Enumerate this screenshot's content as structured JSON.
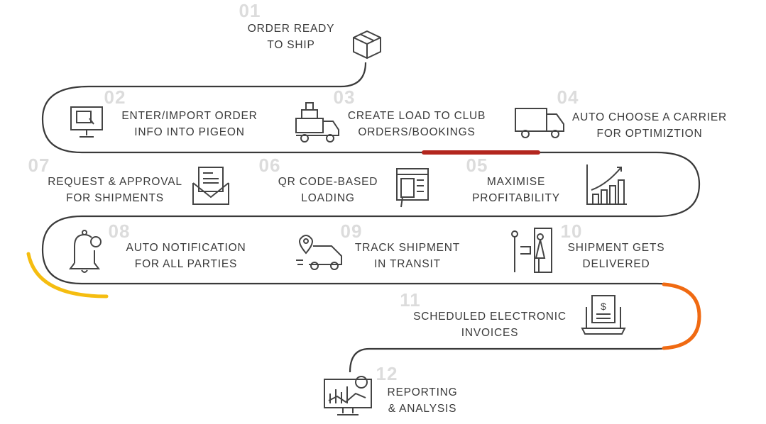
{
  "steps": [
    {
      "num": "01",
      "line1": "Order ready",
      "line2": "to ship",
      "icon": "box-icon"
    },
    {
      "num": "02",
      "line1": "Enter/import order",
      "line2": "info into Pigeon",
      "icon": "monitor-icon"
    },
    {
      "num": "03",
      "line1": "Create load to club",
      "line2": "orders/bookings",
      "icon": "loaded-truck-icon"
    },
    {
      "num": "04",
      "line1": "Auto choose a carrier",
      "line2": "for optimiztion",
      "icon": "truck-icon"
    },
    {
      "num": "05",
      "line1": "Maximise",
      "line2": "profitability",
      "icon": "growth-chart-icon"
    },
    {
      "num": "06",
      "line1": "QR code-based",
      "line2": "loading",
      "icon": "qr-scan-icon"
    },
    {
      "num": "07",
      "line1": "Request & approval",
      "line2": "for shipments",
      "icon": "envelope-icon"
    },
    {
      "num": "08",
      "line1": "Auto notification",
      "line2": "for all parties",
      "icon": "bell-icon"
    },
    {
      "num": "09",
      "line1": "Track shipment",
      "line2": "in transit",
      "icon": "tracking-truck-icon"
    },
    {
      "num": "10",
      "line1": "Shipment gets",
      "line2": "delivered",
      "icon": "delivery-icon"
    },
    {
      "num": "11",
      "line1": "Scheduled electronic",
      "line2": "invoices",
      "icon": "invoice-icon"
    },
    {
      "num": "12",
      "line1": "Reporting",
      "line2": "& analysis",
      "icon": "analytics-icon"
    }
  ],
  "colors": {
    "line": "#3a3a3a",
    "red": "#b3261e",
    "yellow": "#f5bd10",
    "orange": "#f06a12",
    "number": "#dcdcdc"
  }
}
